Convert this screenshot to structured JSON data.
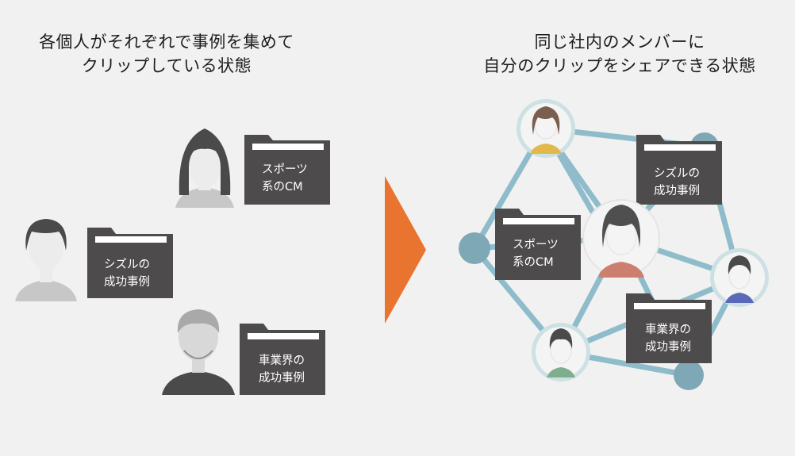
{
  "left": {
    "caption_line1": "各個人がそれぞれで事例を集めて",
    "caption_line2": "クリップしている状態",
    "folders": [
      {
        "line1": "スポーツ",
        "line2": "系のCM"
      },
      {
        "line1": "シズルの",
        "line2": "成功事例"
      },
      {
        "line1": "車業界の",
        "line2": "成功事例"
      }
    ]
  },
  "right": {
    "caption_line1": "同じ社内のメンバーに",
    "caption_line2": "自分のクリップをシェアできる状態",
    "folders": [
      {
        "line1": "シズルの",
        "line2": "成功事例"
      },
      {
        "line1": "スポーツ",
        "line2": "系のCM"
      },
      {
        "line1": "車業界の",
        "line2": "成功事例"
      }
    ]
  },
  "colors": {
    "arrow": "#e8742f",
    "folder": "#4d4b4c",
    "network_line": "#8ebccb",
    "network_node": "#7ea8b6",
    "avatar_ring": "#cde0e4"
  }
}
